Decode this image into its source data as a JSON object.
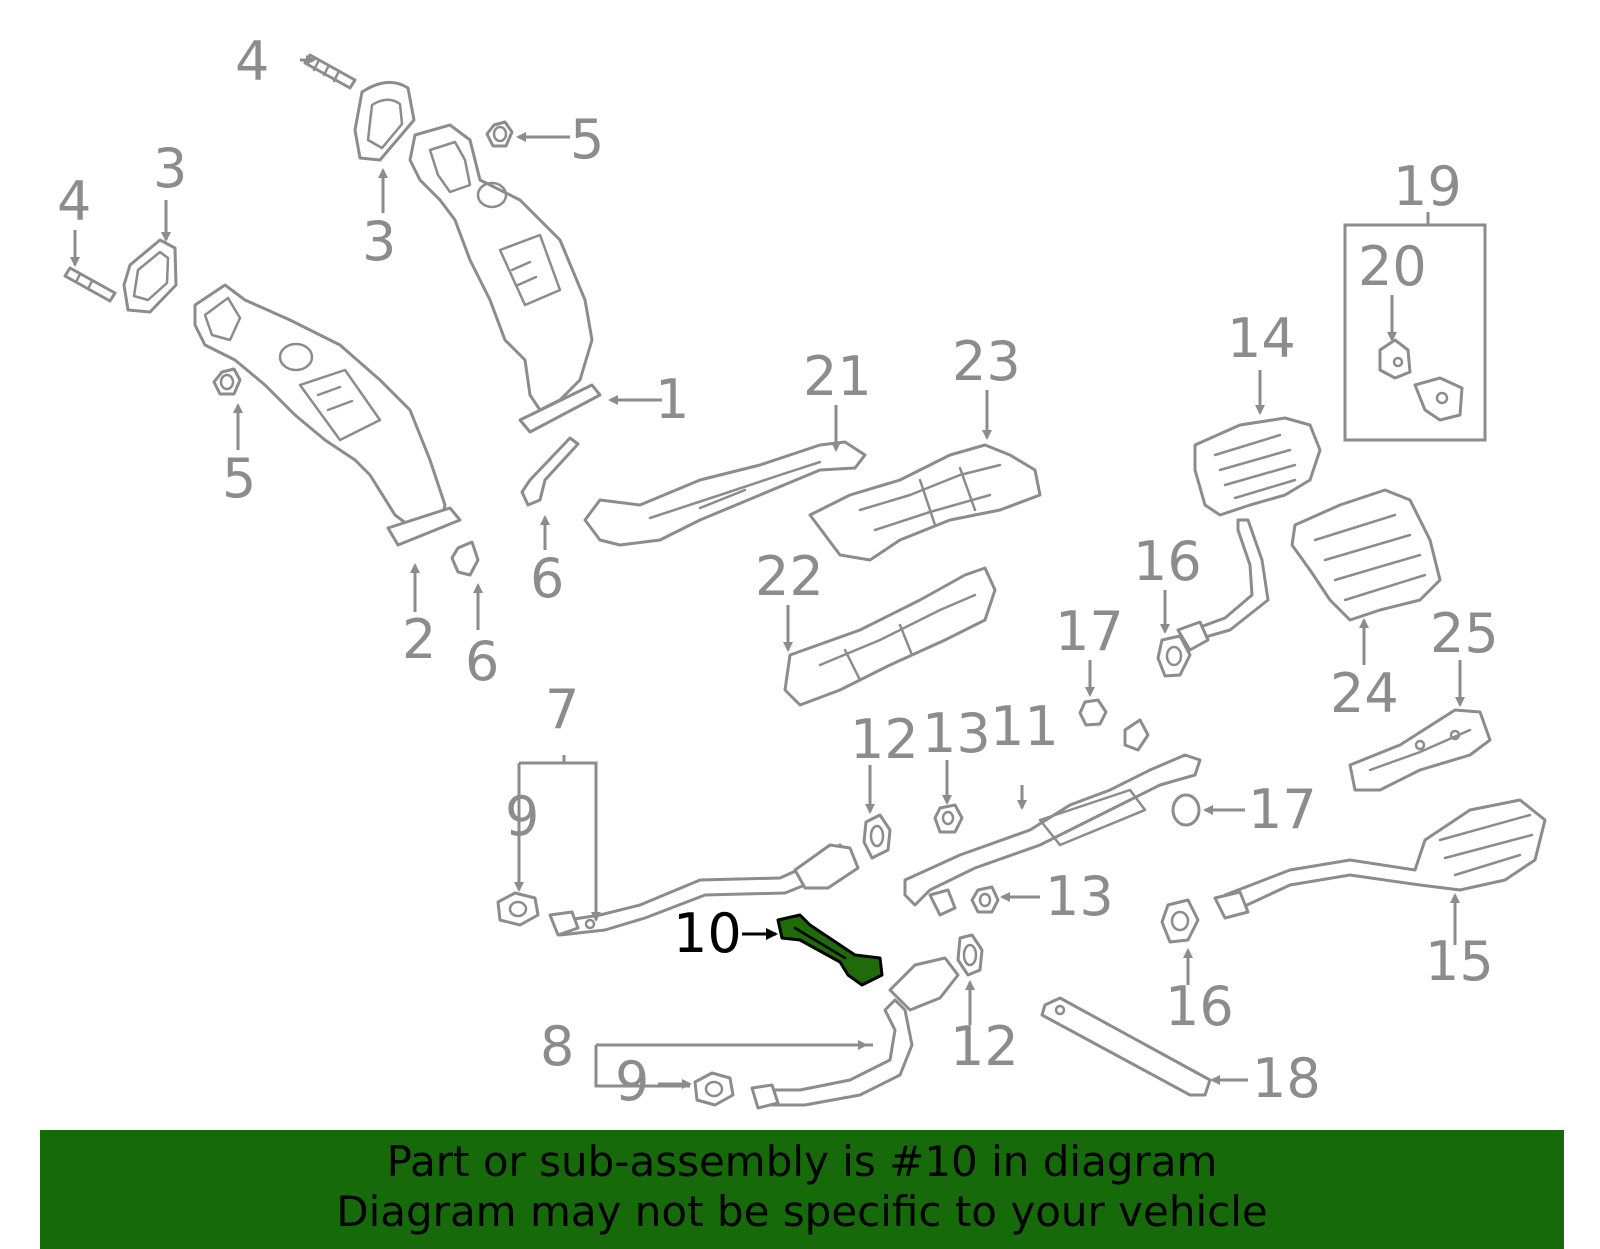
{
  "diagram": {
    "labels": {
      "l1": "1",
      "l2": "2",
      "l3a": "3",
      "l3b": "3",
      "l4a": "4",
      "l4b": "4",
      "l5a": "5",
      "l5b": "5",
      "l6a": "6",
      "l6b": "6",
      "l7": "7",
      "l8": "8",
      "l9a": "9",
      "l9b": "9",
      "l10": "10",
      "l11": "11",
      "l12a": "12",
      "l12b": "12",
      "l13a": "13",
      "l13b": "13",
      "l14": "14",
      "l15": "15",
      "l16a": "16",
      "l16b": "16",
      "l17a": "17",
      "l17b": "17",
      "l18": "18",
      "l19": "19",
      "l20": "20",
      "l21": "21",
      "l22": "22",
      "l23": "23",
      "l24": "24",
      "l25": "25"
    },
    "highlight_part": "10",
    "colors": {
      "part_gray": "#8c8c8c",
      "highlight_fill": "#1f6b0a",
      "banner_bg": "#166a0a",
      "text_black": "#000000"
    }
  },
  "banner": {
    "line1": "Part or sub-assembly is #10 in diagram",
    "line2": "Diagram may not be specific to your vehicle",
    "background": "#166a0a"
  }
}
